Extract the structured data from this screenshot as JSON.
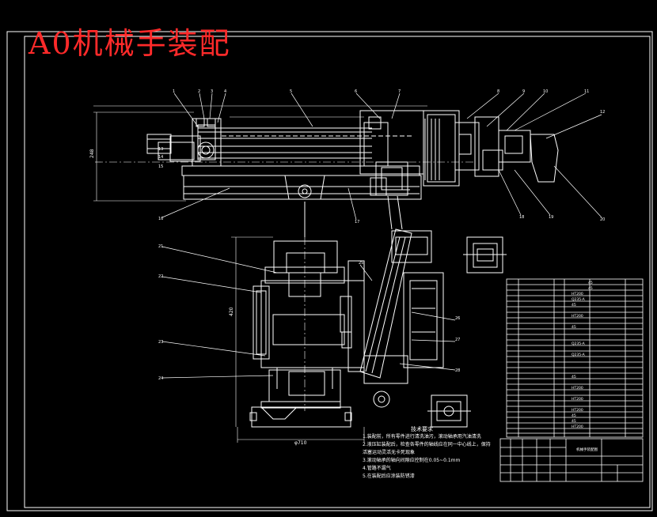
{
  "title": "A0机械手装配",
  "technical_requirements": {
    "heading": "技术要求",
    "items": [
      "1.装配前，所有零件进行清洗油污，滚动轴承用汽油清洗",
      "2.液压缸装配后，检查各零件的轴线应在同一中心线上，保持",
      "  活塞运动灵活无卡死现象",
      "3.滚动轴承的轴向间隙应控制在0.05~0.1mm",
      "4.管路不漏气",
      "5.在装配后应涂装防锈漆"
    ]
  },
  "balloon_numbers": [
    "1",
    "2",
    "3",
    "4",
    "5",
    "6",
    "7",
    "8",
    "9",
    "10",
    "11",
    "12",
    "13",
    "14",
    "15",
    "16",
    "17",
    "18",
    "19",
    "20",
    "21",
    "22",
    "23",
    "24",
    "25",
    "26",
    "27",
    "28"
  ],
  "dimensions": {
    "overall_height": "248",
    "lower_width": "φ710",
    "column_height": "420"
  },
  "colors": {
    "background": "#000000",
    "lines": "#ffffff",
    "title": "#ff2a2a",
    "frame": "#ffffff"
  }
}
